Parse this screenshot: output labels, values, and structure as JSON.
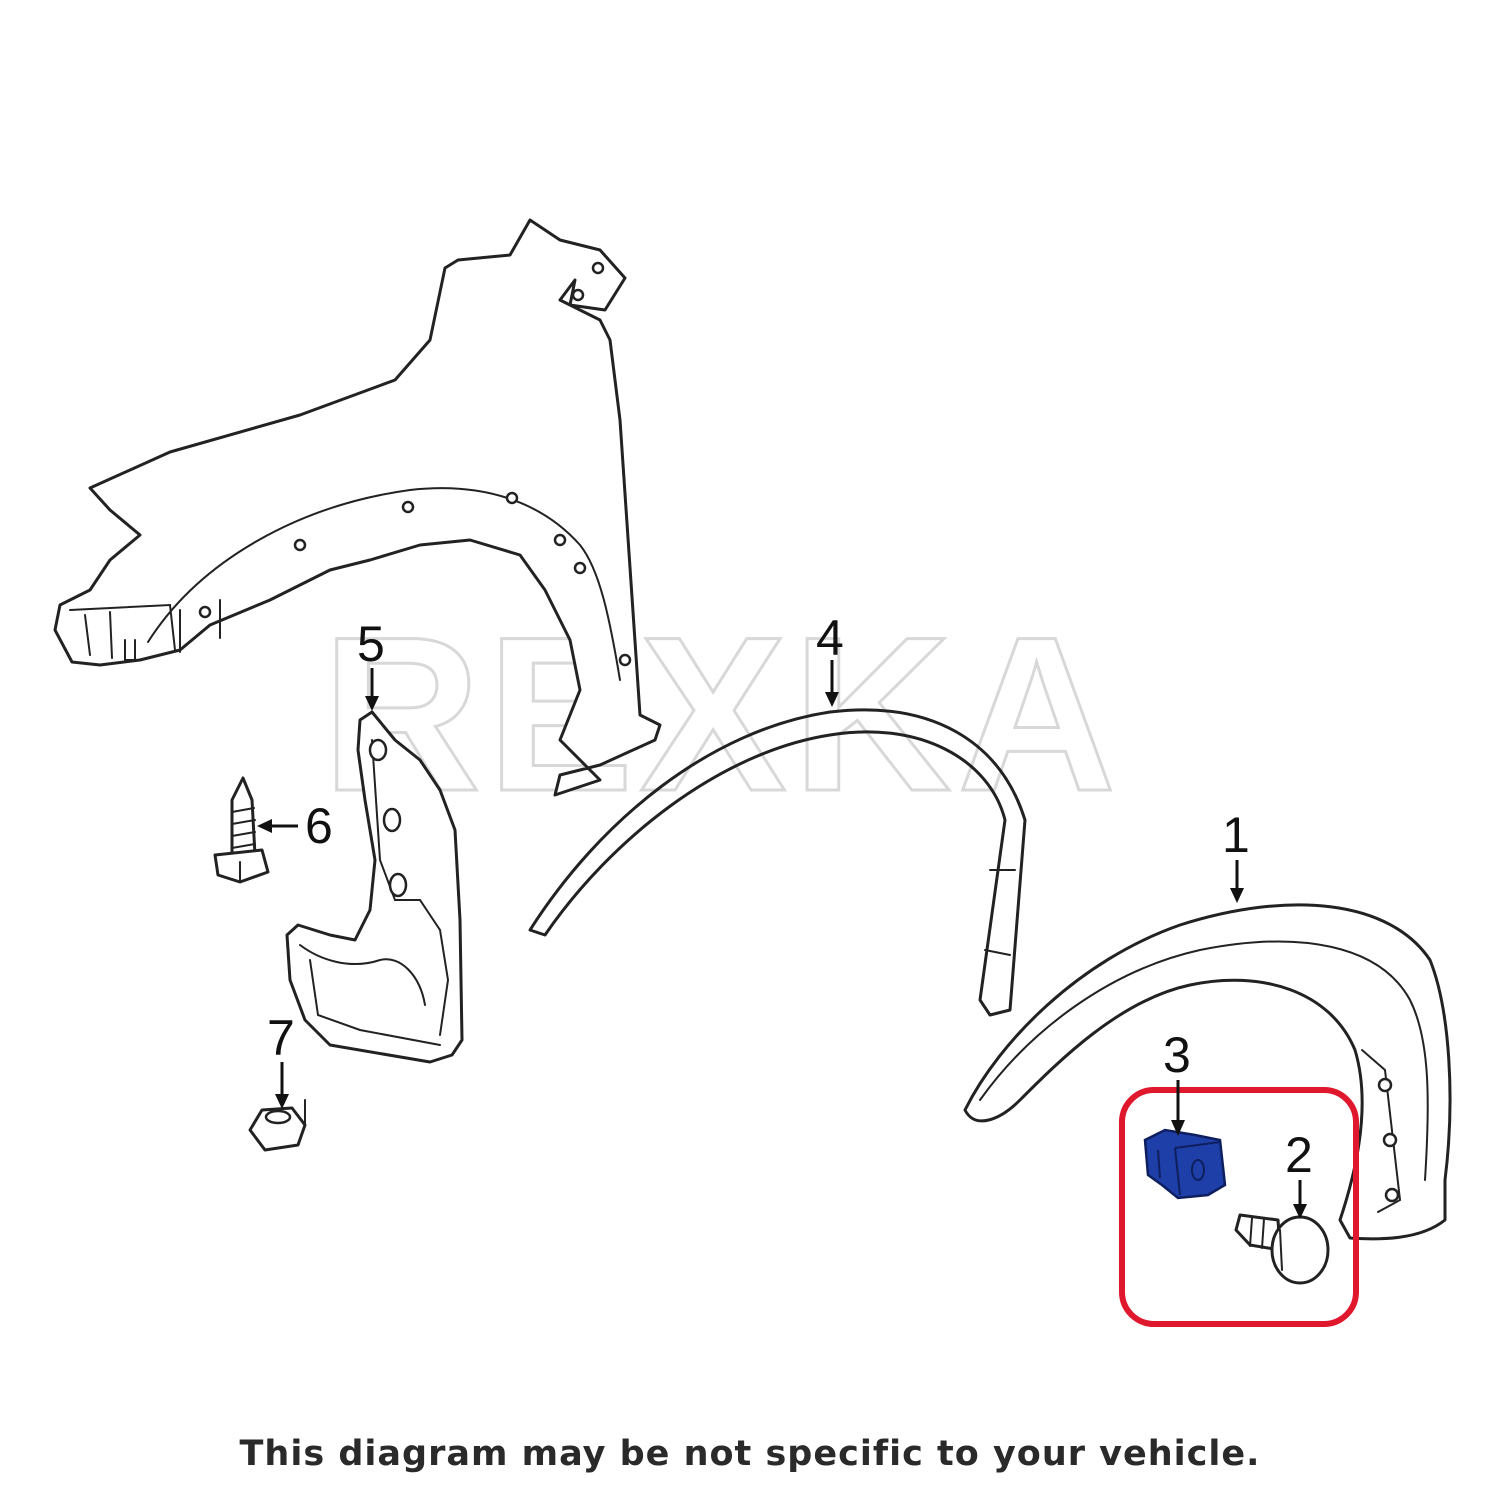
{
  "watermark": "REXKA",
  "callouts": {
    "part1": "1",
    "part2": "2",
    "part3": "3",
    "part4": "4",
    "part5": "5",
    "part6": "6",
    "part7": "7"
  },
  "disclaimer": "This diagram may be not specific to your vehicle.",
  "colors": {
    "highlight_box": "#e0182d",
    "highlight_part": "#1e3fa8"
  }
}
